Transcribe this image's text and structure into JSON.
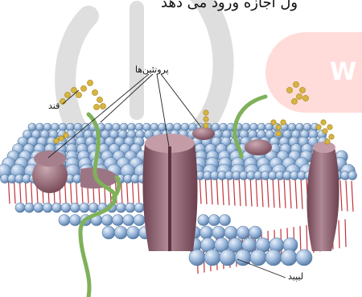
{
  "caption": {
    "text": "ول اجازه ورود می دهد"
  },
  "labels": {
    "proteins": "پروتئین‌ها",
    "sugar": "قند",
    "lipid": "لیپید"
  },
  "watermark": {
    "letter": "W"
  },
  "colors": {
    "lipid_head": "#9db9dc",
    "lipid_tail": "#c0343c",
    "protein": "#8a5a68",
    "glycan": "#d8b542",
    "chain": "#7fb15a",
    "watermark_gray": "#d9d9d9",
    "watermark_red": "#ffd6d3"
  }
}
